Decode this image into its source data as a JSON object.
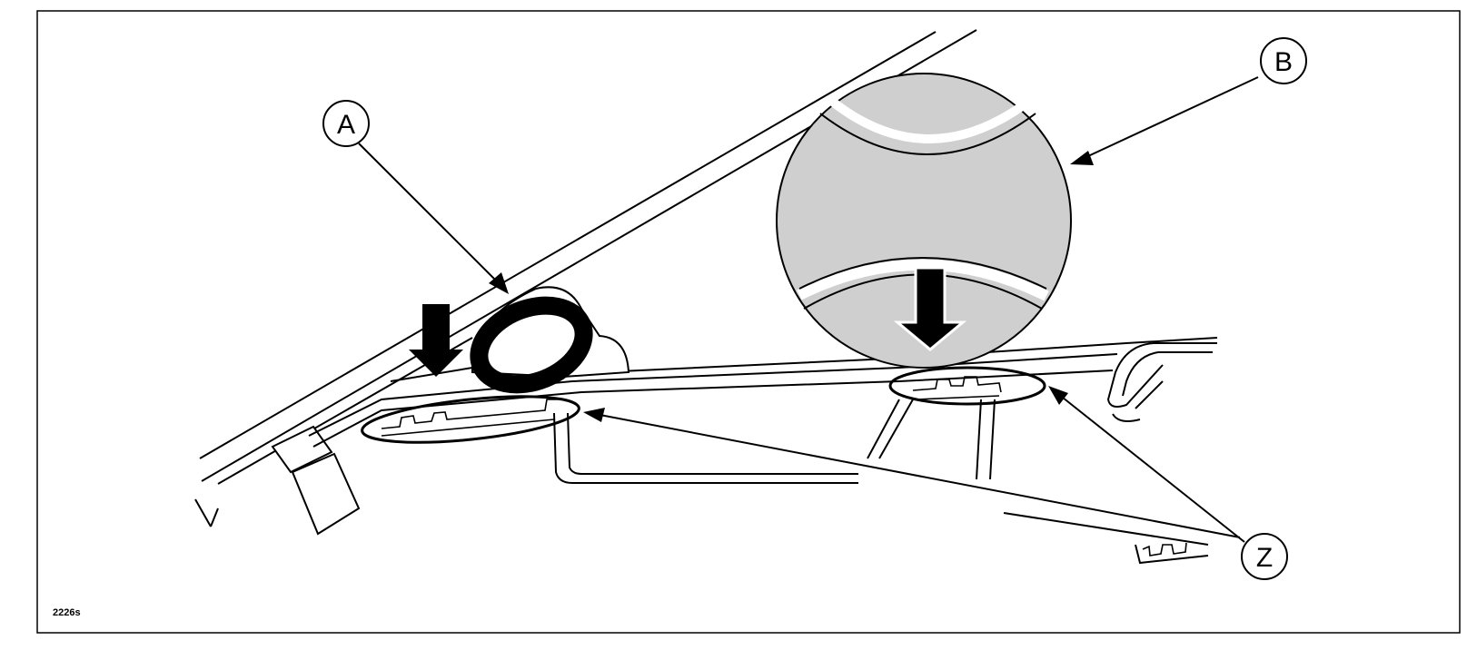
{
  "diagram": {
    "figure_id": "2226s",
    "callouts": {
      "a": "A",
      "b": "B",
      "z": "Z"
    },
    "colors": {
      "line": "#000000",
      "detail_fill": "#cfcfcf",
      "background": "#ffffff"
    }
  }
}
